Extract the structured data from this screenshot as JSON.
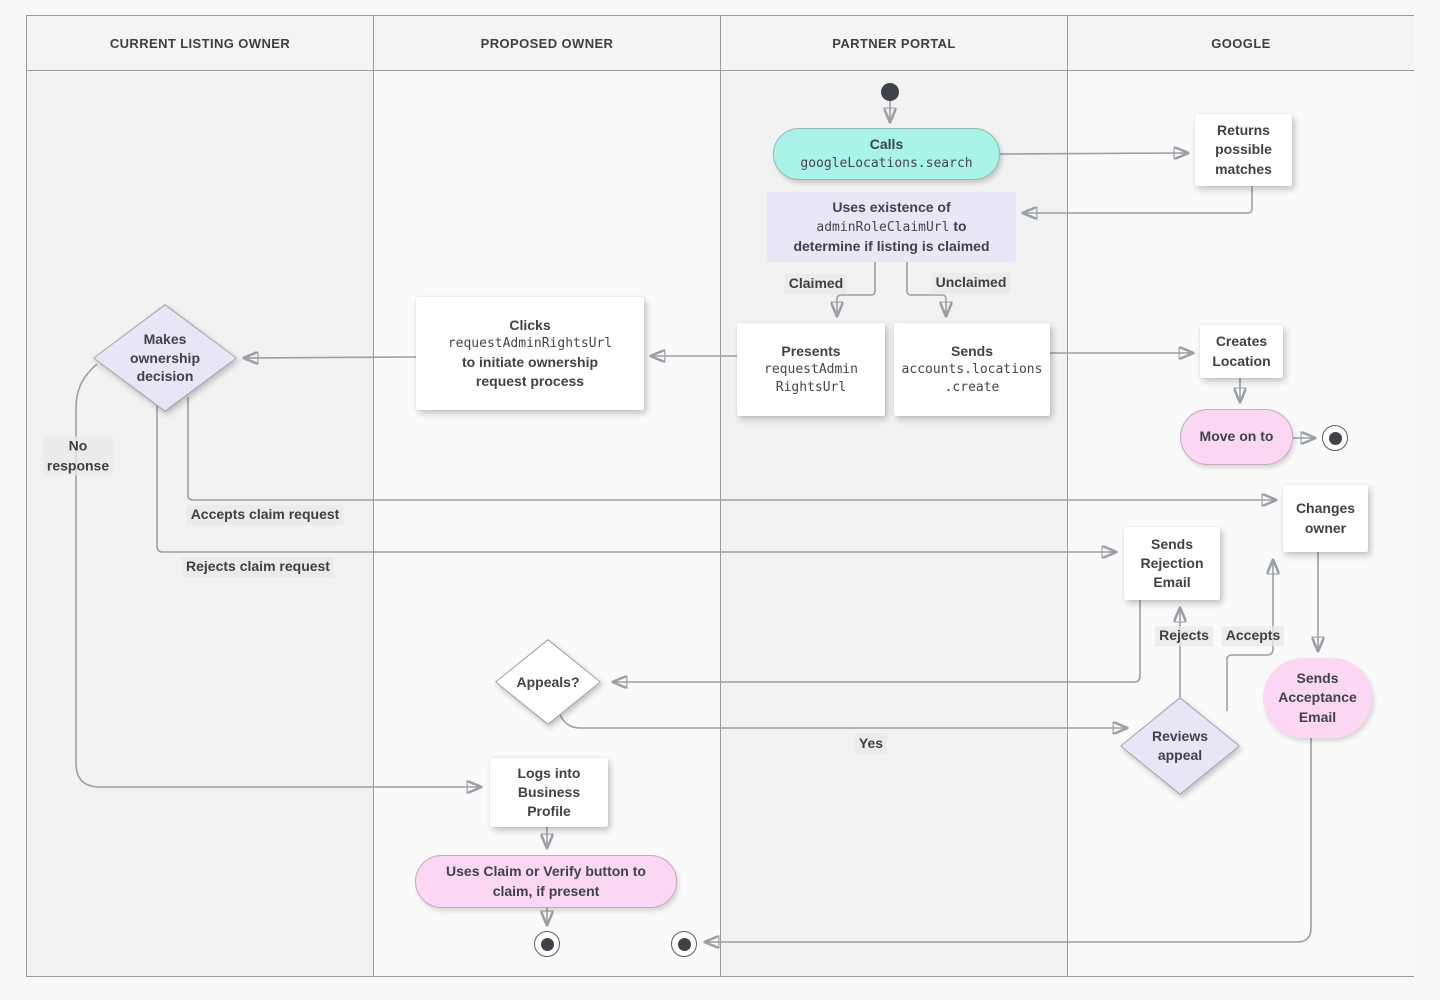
{
  "lanes": [
    {
      "label": "CURRENT LISTING OWNER"
    },
    {
      "label": "PROPOSED OWNER"
    },
    {
      "label": "PARTNER PORTAL"
    },
    {
      "label": "GOOGLE"
    }
  ],
  "nodes": {
    "calls": {
      "line1": "Calls",
      "code": "googleLocations.search"
    },
    "returns": {
      "text": "Returns possible matches"
    },
    "uses": {
      "line1": "Uses existence of",
      "code": "adminRoleClaimUrl",
      "line2_suffix": " to",
      "line3": "determine if listing is claimed"
    },
    "presents": {
      "line1": "Presents",
      "code_lines": [
        "requestAdmin",
        "RightsUrl"
      ]
    },
    "sends_create": {
      "line1": "Sends",
      "code_lines": [
        "accounts.locations",
        ".create"
      ]
    },
    "clicks": {
      "line1": "Clicks",
      "code": "requestAdminRightsUrl",
      "line2": "to initiate ownership",
      "line3": "request process"
    },
    "decision": {
      "text": "Makes ownership decision"
    },
    "creates": {
      "text": "Creates Location"
    },
    "move_on": {
      "text": "Move on to"
    },
    "changes": {
      "text": "Changes owner"
    },
    "rejection": {
      "text": "Sends Rejection Email"
    },
    "appeals": {
      "text": "Appeals?"
    },
    "reviews": {
      "text": "Reviews appeal"
    },
    "acceptance": {
      "text": "Sends Acceptance Email"
    },
    "logs_into": {
      "text": "Logs into Business Profile"
    },
    "claim_verify": {
      "text": "Uses Claim or Verify button to claim, if present"
    }
  },
  "edge_labels": {
    "claimed": "Claimed",
    "unclaimed": "Unclaimed",
    "no_response": "No\nresponse",
    "accepts_claim": "Accepts claim request",
    "rejects_claim": "Rejects claim request",
    "rejects": "Rejects",
    "accepts": "Accepts",
    "yes": "Yes"
  },
  "colors": {
    "teal_node": "#a9f3e9",
    "lavender_node": "#e9e4f6",
    "pink_node": "#fbd7f3",
    "white_node": "#ffffff",
    "lane_dark": "#f2f2f2",
    "lane_light": "#fafafa",
    "header_bg": "#f4f4f4",
    "line": "#9aa0a5",
    "arrowhead": "#70767b",
    "text": "#3e4347"
  }
}
